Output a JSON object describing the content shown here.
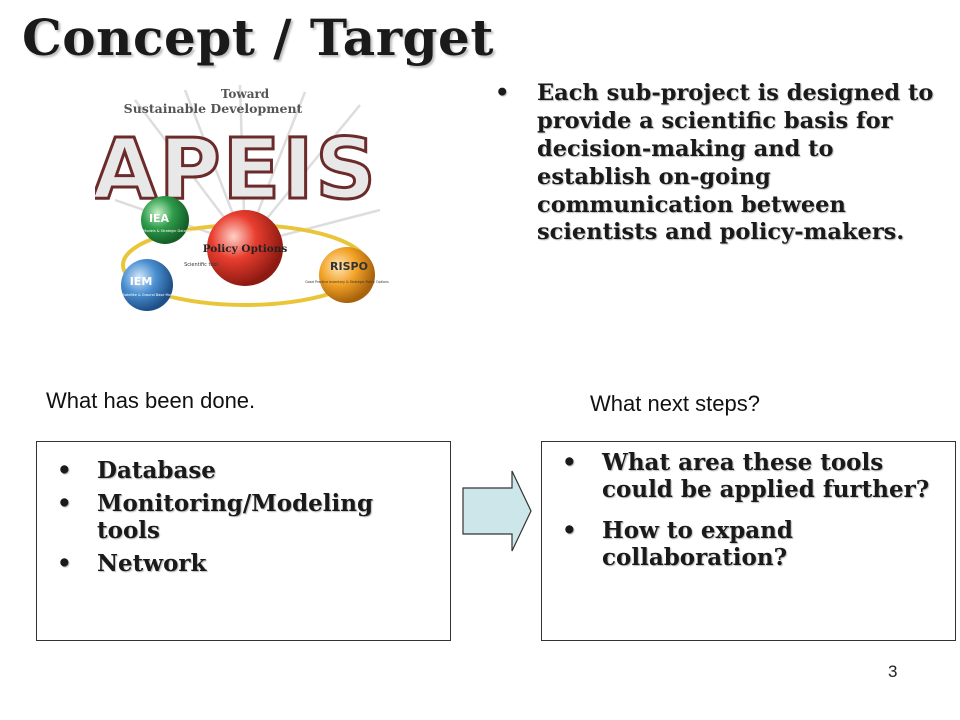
{
  "slide": {
    "title": "Concept / Target",
    "intro_bullets": [
      "Each sub-project is designed to provide a scientific basis for decision-making and to establish on-going communication between scientists and policy-makers."
    ],
    "logo": {
      "header_line1": "Toward",
      "header_line2": "Sustainable Development",
      "wordmark": "APEIS",
      "center_label": "Policy Options",
      "nodes": [
        "IEA",
        "IEM",
        "RISPO"
      ],
      "node_captions": [
        "AIM Models & Strategic Database",
        "MODIS Satellite & Ground Base Monitoring",
        "Good Practice Inventory & Strategic Policy Options"
      ],
      "connector_label": "Scientific tool"
    },
    "done": {
      "label": "What has been done.",
      "items": [
        "Database",
        "Monitoring/Modeling tools",
        "Network"
      ]
    },
    "next": {
      "label": "What next steps?",
      "items": [
        "What area these tools could be applied further?",
        "How to expand collaboration?"
      ]
    },
    "page_number": "3",
    "bullet_glyph": "•"
  },
  "colors": {
    "text": "#1a1a1a",
    "arrow_fill": "#cde6ea",
    "iea": "#2e9c4a",
    "iem": "#4a8fd0",
    "rispo": "#f2a227",
    "policy": "#e83e2f",
    "orbit": "#e9c53a"
  }
}
